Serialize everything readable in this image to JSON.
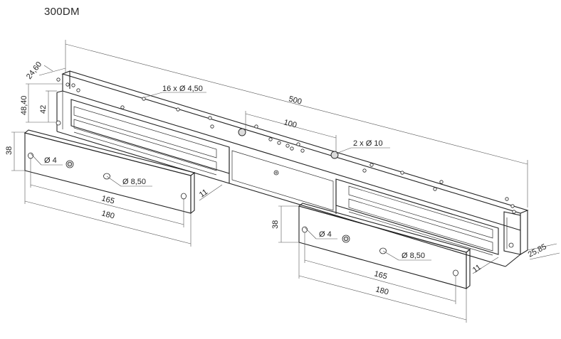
{
  "title": "300DM",
  "dims": {
    "width_24_60": "24,60",
    "height_48_40": "48,40",
    "height_42": "42",
    "holes_16": "16 x Ø 4,50",
    "length_500": "500",
    "spacing_100": "100",
    "holes_2": "2 x Ø 10",
    "plate_height_38_left": "38",
    "plate_height_38_right": "38",
    "pin_dia_left": "Ø 4",
    "pin_dia_right": "Ø 4",
    "screw_dia_left": "Ø 8,50",
    "screw_dia_right": "Ø 8,50",
    "thick_11_left": "11",
    "thick_11_right": "11",
    "len_165_left": "165",
    "len_165_right": "165",
    "len_180_left": "180",
    "len_180_right": "180",
    "depth_25_85": "25,85"
  }
}
